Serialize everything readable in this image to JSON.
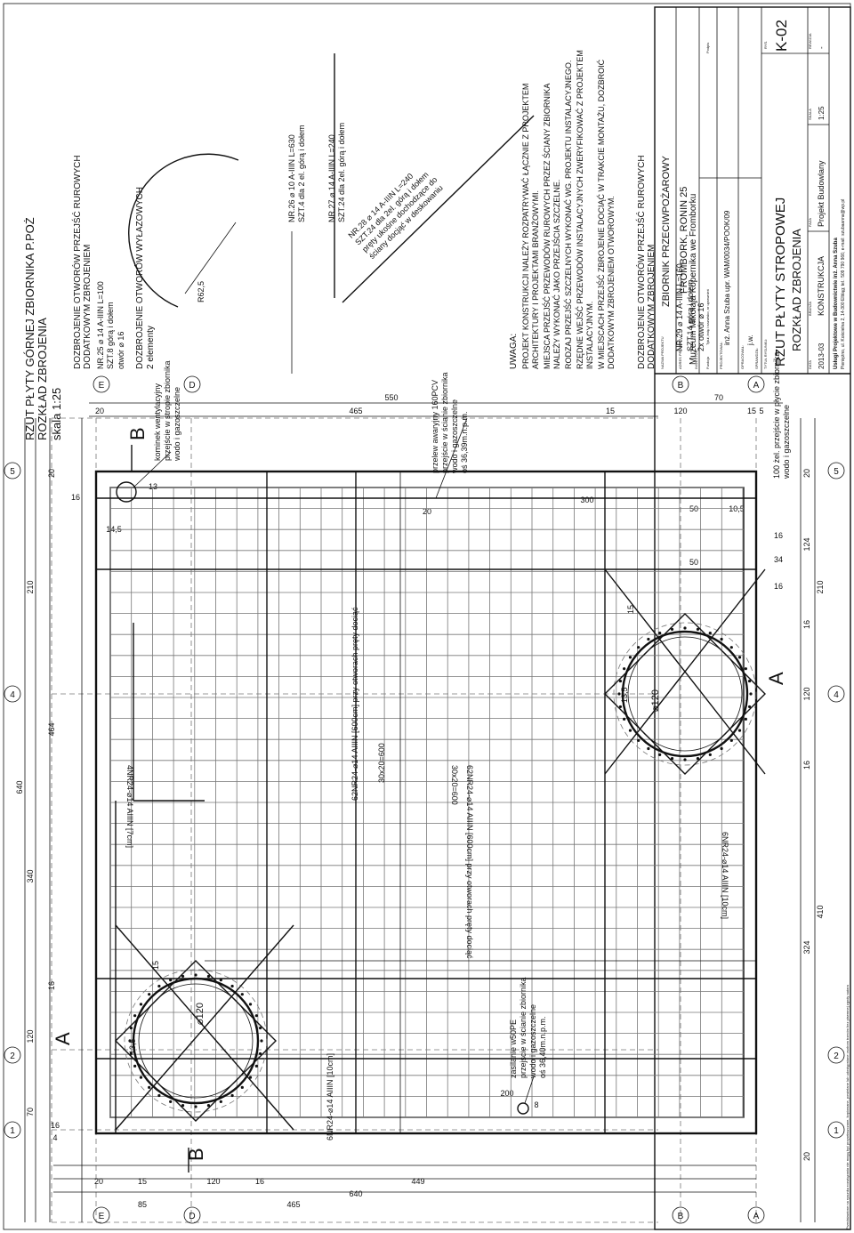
{
  "title_block": {
    "main_title": "RZUT PŁYTY GÓRNEJ ZBIORNIKA P.POŻ",
    "subtitle": "ROZKŁAD ZBROJENIA",
    "scale_note": "skala 1:25",
    "project_name_label": "NAZWA PROJEKTU",
    "project_name": "ZBIORNIK PRZECIWPOŻAROWY",
    "address_label": "ADRES PROJEKTU",
    "address": "FROMBORK, RONIN 25",
    "investor_label": "INWESTOR",
    "investor": "Muzeum Mikołaja Kopernika we Fromborku",
    "function_label": "Funkcja",
    "function_header": "Tytuł, imię i nazwisko, nr uprawnień",
    "signature_label": "Podpis",
    "designer_label": "PROJEKTOWAŁ:",
    "designer": "inż. Anna Szuba  upr. WAM/0034/POOK/09",
    "drafter_label": "OPRACOWAŁ:",
    "drafter": "j.w.",
    "checker_label": "SPRAWDZIŁ:",
    "sheet_title_label": "TYTUŁ RYSUNKU:",
    "sheet_title_1": "RZUT PŁYTY STROPOWEJ",
    "sheet_title_2": "ROZKŁAD ZBROJENIA",
    "drawing_no_label": "RYS.",
    "drawing_no": "K-02",
    "date_label": "DATA",
    "date": "2013-03",
    "branch_label": "BRANŻA",
    "branch": "KONSTRUKCJA",
    "phase_label": "FAZA",
    "phase": "Projekt Budowlany",
    "scale_label": "SKALA",
    "scale": "1:25",
    "revision_label": "REWIZJA",
    "revision": "-",
    "office": "Usługi Projektowe w Budownictwie inż. Anna Szuba",
    "office_address": "Pieniężno, ul. Kościelna 2, 14-300 Elbląg; tel.: 509 790 966; e-mail: szubaanna@wp.pl",
    "copyright": "Przedstawione na rysunku rozwiązania nie mogą być przywłaszczane, kopiowane, powielane lub udostępniane osobom trzecim bez pisemnej zgody autora"
  },
  "notes": {
    "openings_1_title": "DOZBROJENIE OTWORÓW PRZEJŚĆ RUROWYCH",
    "openings_1_sub": "DODATKOWYM ZBROJENIEM",
    "bar25_1": "NR.25 ⌀ 14   A-IIIN  L=100",
    "bar25_2": "SZT.8   górą i dołem",
    "bar25_3": "otwór ⌀ 16",
    "openings_2_title": "DOZBROJENIE OTWORÓW WYŁAZOWYCH",
    "openings_2_sub": "2 elementy",
    "radius": "R62,5",
    "bar26_1": "NR.26 ⌀ 10   A-IIIN  L=630",
    "bar26_2": "SZT.4   dla 2 el. górą i dołem",
    "bar27_1": "NR.27 ⌀ 14    A-IIIN  L=240",
    "bar27_2": "SZT.24 dla 2el. górą i dołem",
    "bar28_1": "NR.28 ⌀ 14   A-IIIN  L=240",
    "bar28_2": "SZT.24  dla 2el. górą i dołem",
    "bar28_3": "pręty ukośne dochodzące do",
    "bar28_4": "ściany docjąć w deskowaniu",
    "uwaga_title": "UWAGA:",
    "uwaga_1": "PROJEKT KONSTRUKCJI NALEŻY ROZPATRYWAĆ ŁĄCZNIE Z PROJEKTEM",
    "uwaga_1b": "ARCHITEKTURY I PROJEKTAMI BRANŻOWYMI.",
    "uwaga_2": "MIEJSCA PRZEJŚĆ PRZEWODÓW RUROWYCH PRZEZ ŚCIANY ZBIORNIKA",
    "uwaga_2b": "NALEŻY WYKONAĆ JAKO PRZEJŚCIA SZCZELNE.",
    "uwaga_3": "RODZAJ PRZEJŚĆ  SZCZELNYCH WYKONAĆ WG. PROJEKTU INSTALACYJNEGO.",
    "uwaga_4": "RZĘDNE WEJŚĆ PRZEWODÓW INSTALACYJNYCH ZWERYFIKOWAĆ Z PROJEKTEM",
    "uwaga_4b": "INSTALACYJNYM.",
    "uwaga_5": "W MIEJSCACH PRZEJŚĆ ZBROJENIE DOCIĄĆ W TRAKCIE MONTAŻU, DOZBROIĆ",
    "uwaga_5b": "DODATKOWYM ZBROJENIEM OTWOROWYM.",
    "openings_3_title": "DOZBROJENIE OTWORÓW PRZEJŚĆ RUROWYCH",
    "openings_3_sub": "DODATKOWYM ZBROJENIEM",
    "bar29_1": "NR.29 ⌀ 14   A-IIIN  L=160",
    "bar29_2": "SZT.14  górą i dołem",
    "bar29_3": "2x otwór ⌀ 16",
    "kominek_1": "kominek wentylacyjny",
    "kominek_2": "przejście w stropie zbiornika",
    "kominek_3": "wodo i gazoszczelne",
    "przelew_1": "przelew awaryjny 160PCV",
    "przelew_2": "przejście w ścianie zbiornika",
    "przelew_3": "wodo i gazoszczelne",
    "przelew_4": "oś 36,39m.n.p.m.",
    "zasilanie_1": "zasilanie w50PE",
    "zasilanie_2": "przejście w ścianie zbiornika",
    "zasilanie_3": "wodo i gazoszczelne",
    "zasilanie_4": "oś 36,40m.n.p.m.",
    "plyta_1": "100 żel. przejście w płycie zbiornika",
    "plyta_2": "wodo i gazoszczelne",
    "rebar_a": "62NR24-⌀14 AIIIN [600cm] przy otworach pręty dociąć",
    "rebar_b": "62NR24-⌀14 AIIIN [600cm] przy otworach pręty dociąć",
    "rebar_c": "4NR24-⌀14 AIIIN [7cm]",
    "rebar_d": "6NR24-⌀14 AIIIN [10cm]",
    "rebar_e": "6NR24-⌀14 AIIIN [10cm]",
    "spacing_1": "30x20=600",
    "spacing_2": "30x20=600",
    "hatch_diam": "⌀120",
    "hatch_diam_b": "⌀120",
    "dim_135": "13,5",
    "dim_135b": "13,5",
    "dim_15": "15",
    "dim_15b": "15",
    "section_a": "A",
    "section_b": "B"
  },
  "dims": {
    "top_row": [
      "70",
      "120",
      "16",
      "340",
      "464",
      "210",
      "20"
    ],
    "top_total": "640",
    "left_col": [
      "85",
      "465",
      "640",
      "449",
      "20",
      "15",
      "120",
      "16",
      "4",
      "16"
    ],
    "bottom_row": [
      "20",
      "324",
      "410",
      "16",
      "120",
      "16",
      "210",
      "124",
      "20"
    ],
    "right_col": [
      "465",
      "550",
      "120",
      "70",
      "20",
      "15",
      "15",
      "5",
      "50",
      "50",
      "10,5",
      "34",
      "16",
      "16"
    ],
    "misc": [
      "200",
      "300",
      "20",
      "14,5",
      "13",
      "16",
      "8"
    ]
  },
  "axes": {
    "grid_numbers": [
      "1",
      "2",
      "4",
      "5"
    ],
    "grid_letters": [
      "E",
      "D",
      "B",
      "A"
    ]
  }
}
